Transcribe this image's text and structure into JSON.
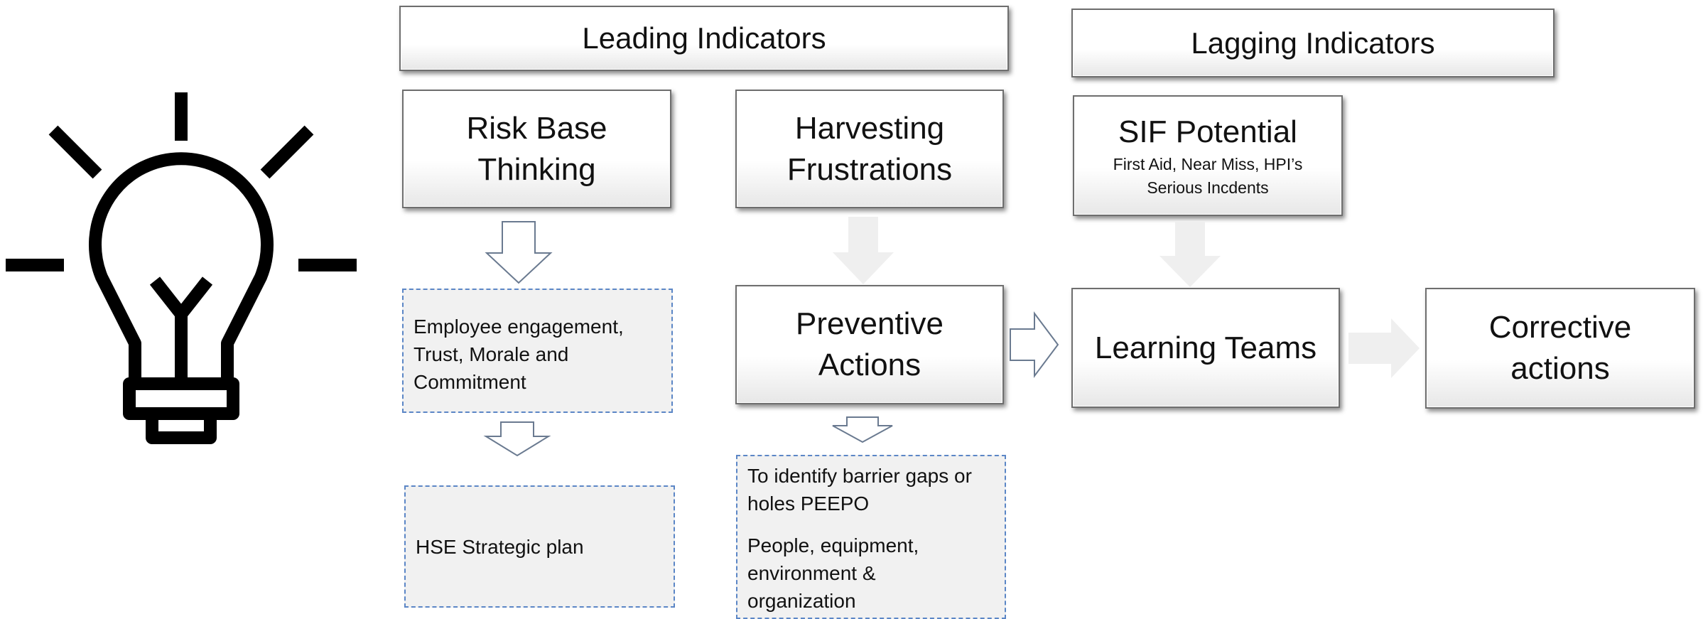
{
  "headers": {
    "leading": "Leading Indicators",
    "lagging": "Lagging Indicators"
  },
  "boxes": {
    "risk_base": "Risk Base\nThinking",
    "harvesting": "Harvesting\nFrustrations",
    "sif_title": "SIF Potential",
    "sif_sub": "First Aid, Near Miss, HPI’s\nSerious Incdents",
    "preventive": "Preventive\nActions",
    "learning": "Learning Teams",
    "corrective": "Corrective\nactions"
  },
  "notes": {
    "engagement": "Employee engagement,\nTrust, Morale and\nCommitment",
    "hse": "HSE Strategic plan",
    "barrier": "To identify barrier gaps or\nholes PEEPO",
    "peepo": "People, equipment,\nenvironment &\norganization"
  },
  "icon": "lightbulb-icon",
  "colors": {
    "dashed_border": "#5b86c6",
    "note_fill": "#f1f1f1",
    "solid_arrow": "#efefef",
    "outline_arrow": "#6a7a90"
  }
}
